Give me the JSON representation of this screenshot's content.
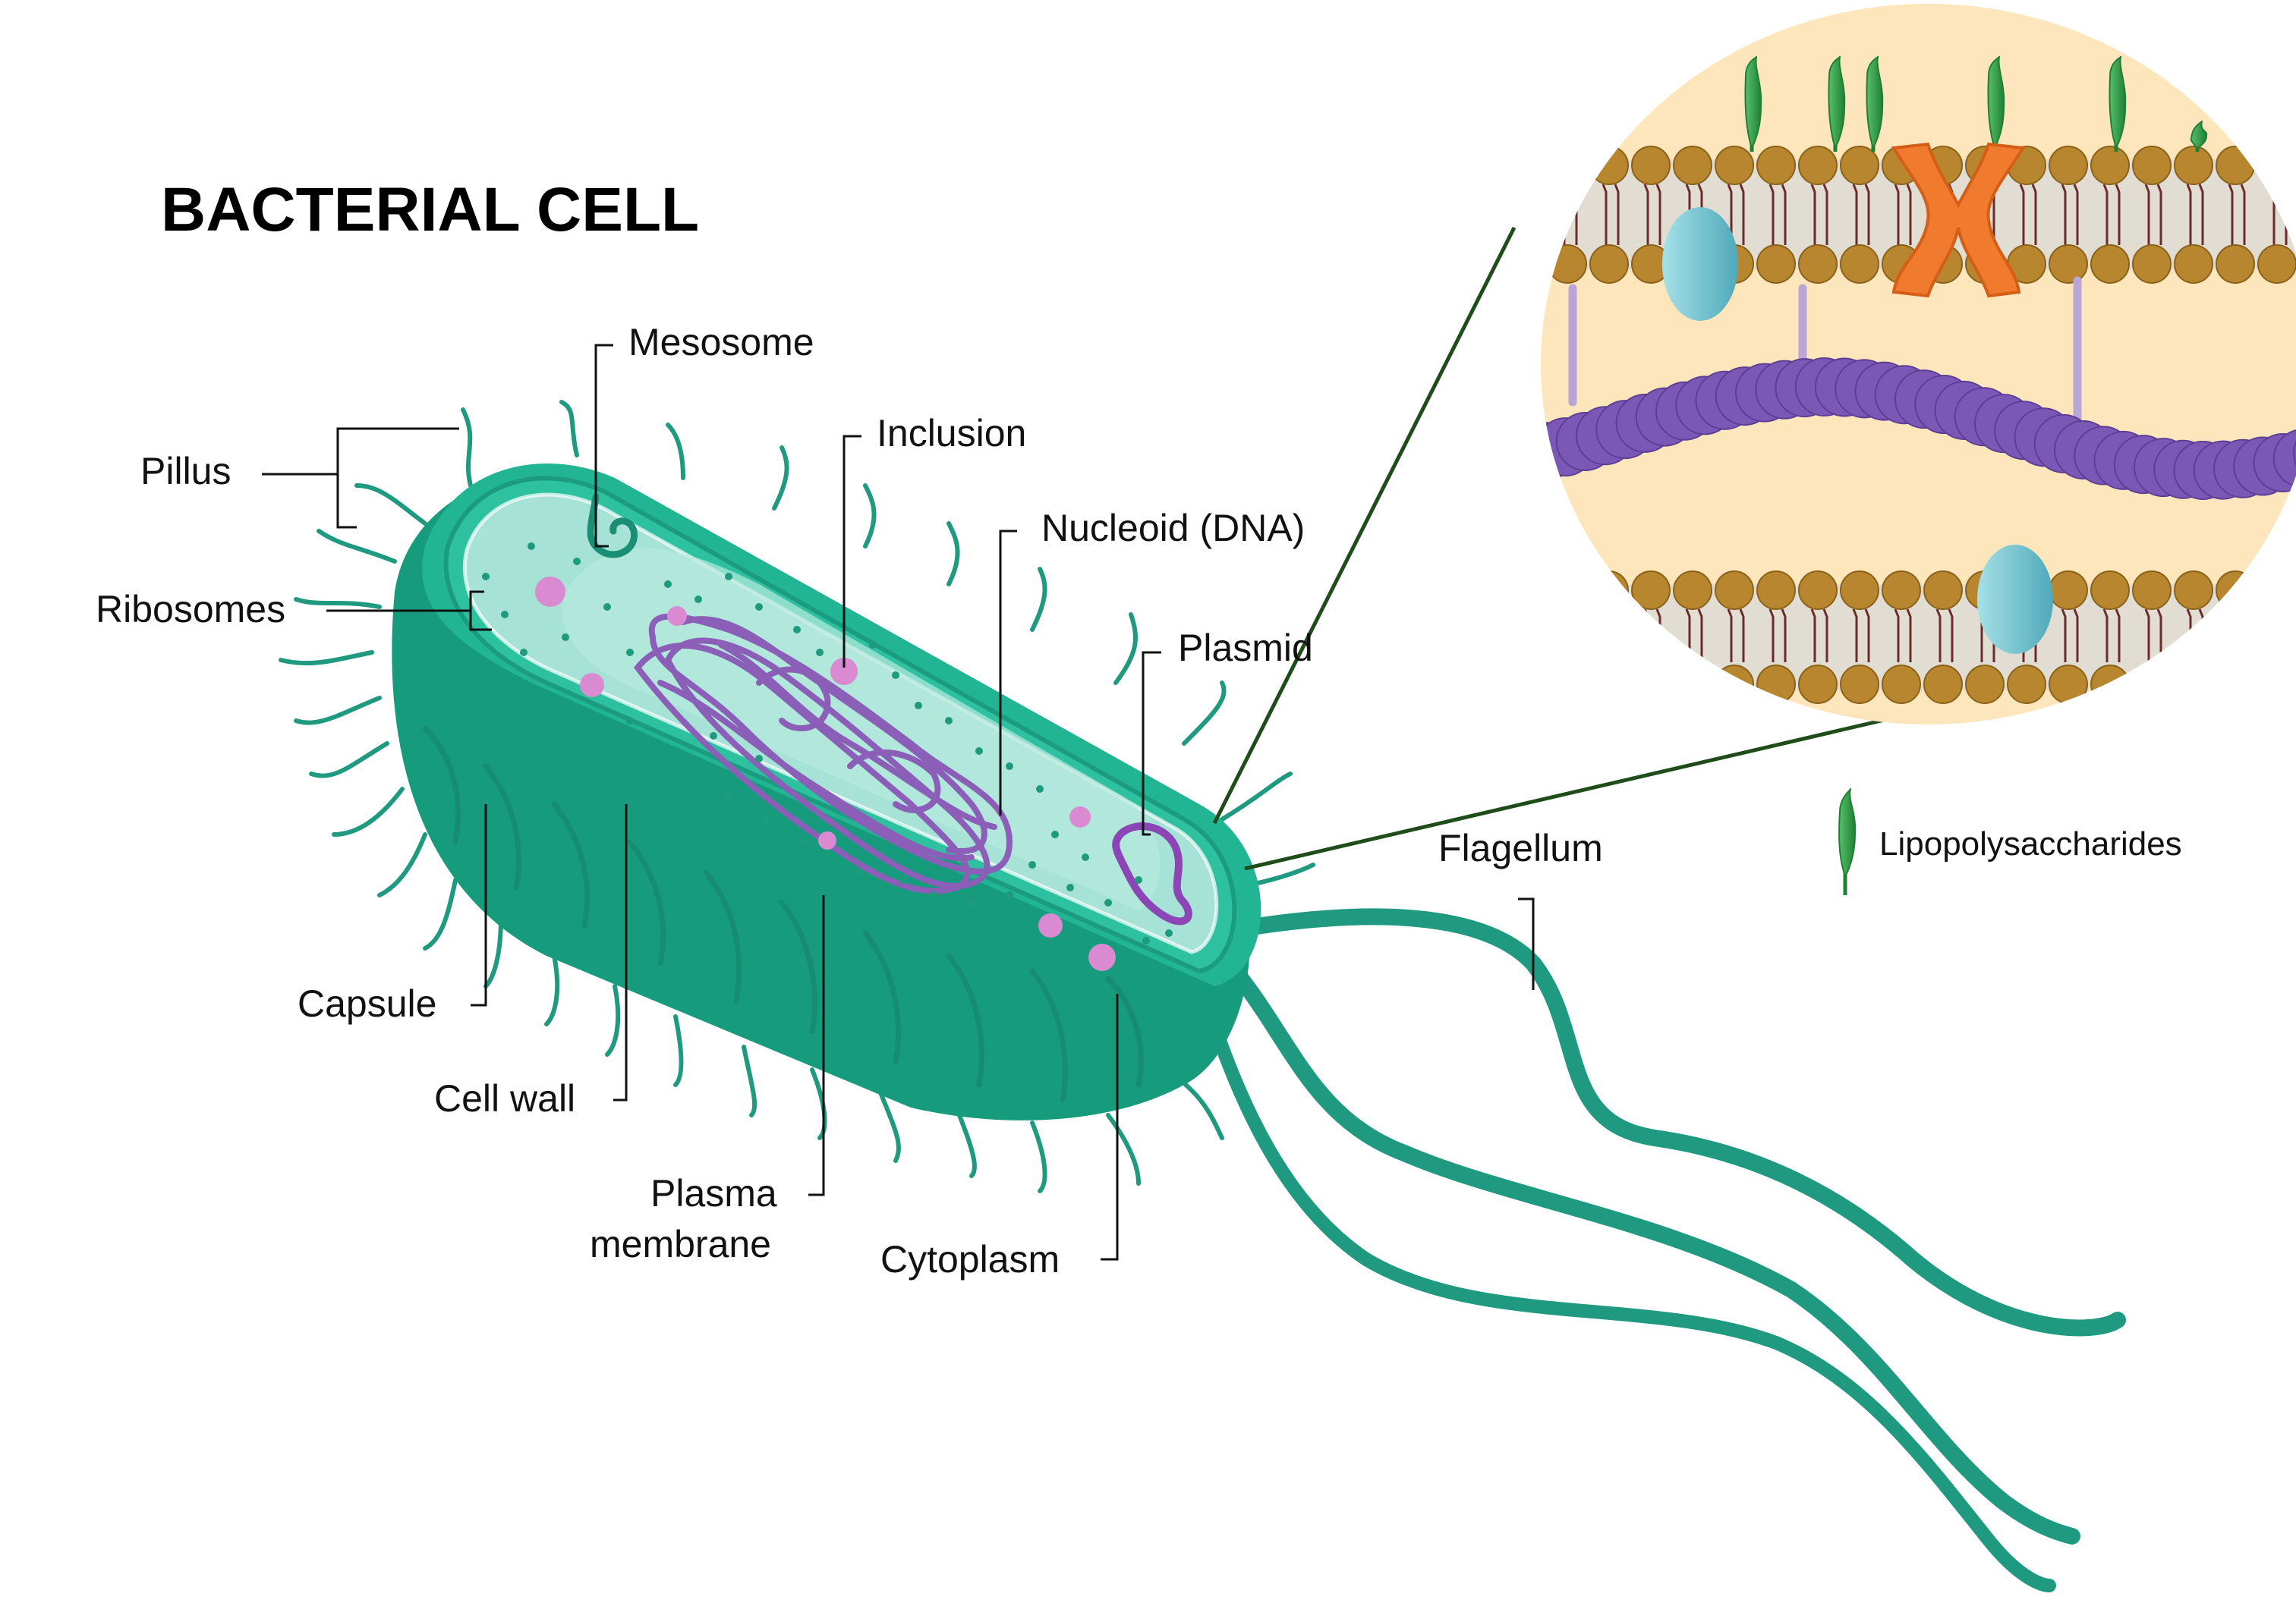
{
  "title": "BACTERIAL CELL",
  "labels": {
    "mesosome": "Mesosome",
    "inclusion": "Inclusion",
    "nucleoid": "Nucleoid (DNA)",
    "plasmid": "Plasmid",
    "pillus": "Pillus",
    "ribosomes": "Ribosomes",
    "capsule": "Capsule",
    "cell_wall": "Cell wall",
    "plasma_membrane_line1": "Plasma",
    "plasma_membrane_line2": "membrane",
    "cytoplasm": "Cytoplasm",
    "flagellum": "Flagellum"
  },
  "legend": {
    "lipopolysaccharides": "Lipopolysaccharides"
  },
  "colors": {
    "capsule": "#1fa585",
    "capsule_dark": "#168a6f",
    "cell_wall": "#2dc1a0",
    "cytoplasm": "#a8e2d6",
    "dna": "#8b5fb8",
    "inclusion": "#d98ad1",
    "membrane_head": "#b8862e",
    "membrane_bg": "#fde6bc",
    "peptidoglycan": "#7b58b6",
    "protein_blue": "#78c7d3",
    "protein_orange": "#f07b2e",
    "lps_green": "#2f9a3f"
  },
  "icons": {
    "lps": "lipopolysaccharide-icon"
  }
}
